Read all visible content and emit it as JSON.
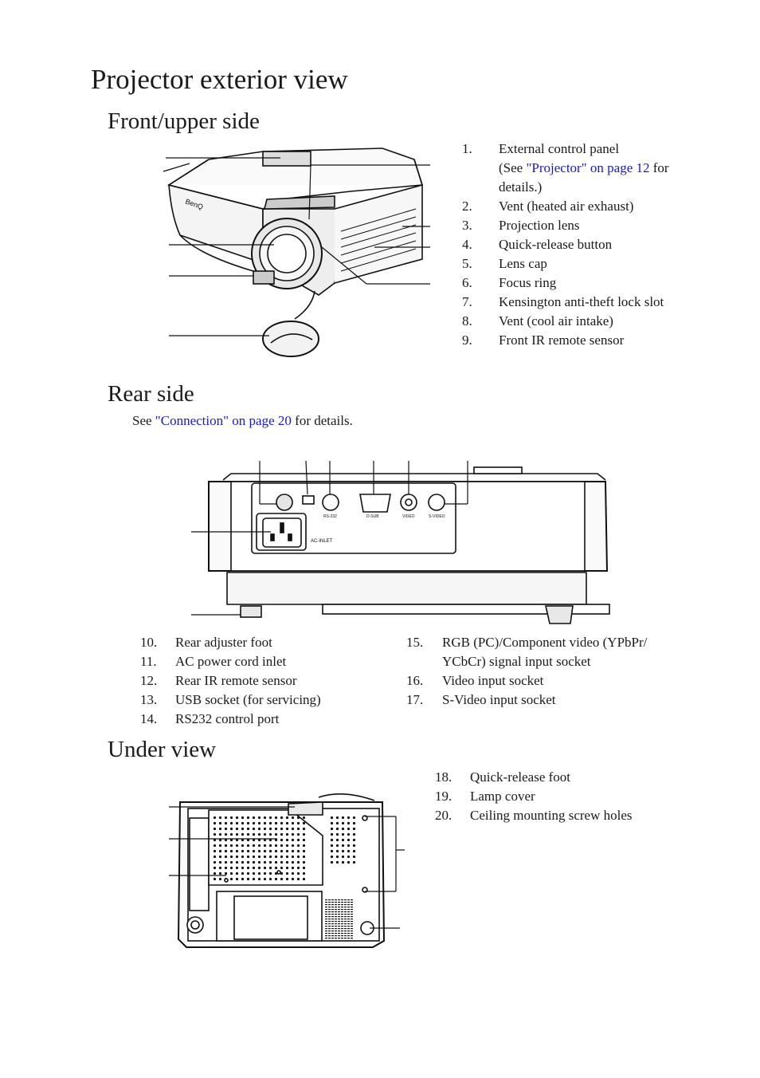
{
  "page": {
    "title": "Projector exterior view"
  },
  "front": {
    "heading": "Front/upper side",
    "items": [
      {
        "num": "1.",
        "text": "External control panel",
        "note_pre": "(See ",
        "note_link": "\"Projector\" on page 12",
        "note_post": " for",
        "note_cont": "details.)"
      },
      {
        "num": "2.",
        "text": "Vent (heated air exhaust)"
      },
      {
        "num": "3.",
        "text": "Projection lens"
      },
      {
        "num": "4.",
        "text": "Quick-release button"
      },
      {
        "num": "5.",
        "text": "Lens cap"
      },
      {
        "num": "6.",
        "text": "Focus ring"
      },
      {
        "num": "7.",
        "text": "Kensington anti-theft lock slot"
      },
      {
        "num": "8.",
        "text": "Vent (cool air intake)"
      },
      {
        "num": "9.",
        "text": "Front IR remote sensor"
      }
    ],
    "brand_text": "BenQ"
  },
  "rear": {
    "heading": "Rear side",
    "see_pre": "See ",
    "see_link": "\"Connection\" on page 20",
    "see_post": " for details.",
    "panel_labels": {
      "rs232": "RS-232",
      "dsub": "D-SUB",
      "video": "VIDEO",
      "svideo": "S-VIDEO",
      "acinlet": "AC-INLET"
    },
    "items_left": [
      {
        "num": "10.",
        "text": "Rear adjuster foot"
      },
      {
        "num": "11.",
        "text": "AC power cord inlet"
      },
      {
        "num": "12.",
        "text": "Rear IR remote sensor"
      },
      {
        "num": "13.",
        "text": "USB socket (for servicing)"
      },
      {
        "num": "14.",
        "text": "RS232 control port"
      }
    ],
    "items_right": [
      {
        "num": "15.",
        "text": "RGB (PC)/Component video (YPbPr/",
        "cont": "YCbCr) signal input socket"
      },
      {
        "num": "16.",
        "text": "Video input socket"
      },
      {
        "num": "17.",
        "text": "S-Video input socket"
      }
    ]
  },
  "under": {
    "heading": "Under view",
    "items": [
      {
        "num": "18.",
        "text": "Quick-release foot"
      },
      {
        "num": "19.",
        "text": "Lamp cover"
      },
      {
        "num": "20.",
        "text": "Ceiling mounting screw holes"
      }
    ]
  }
}
